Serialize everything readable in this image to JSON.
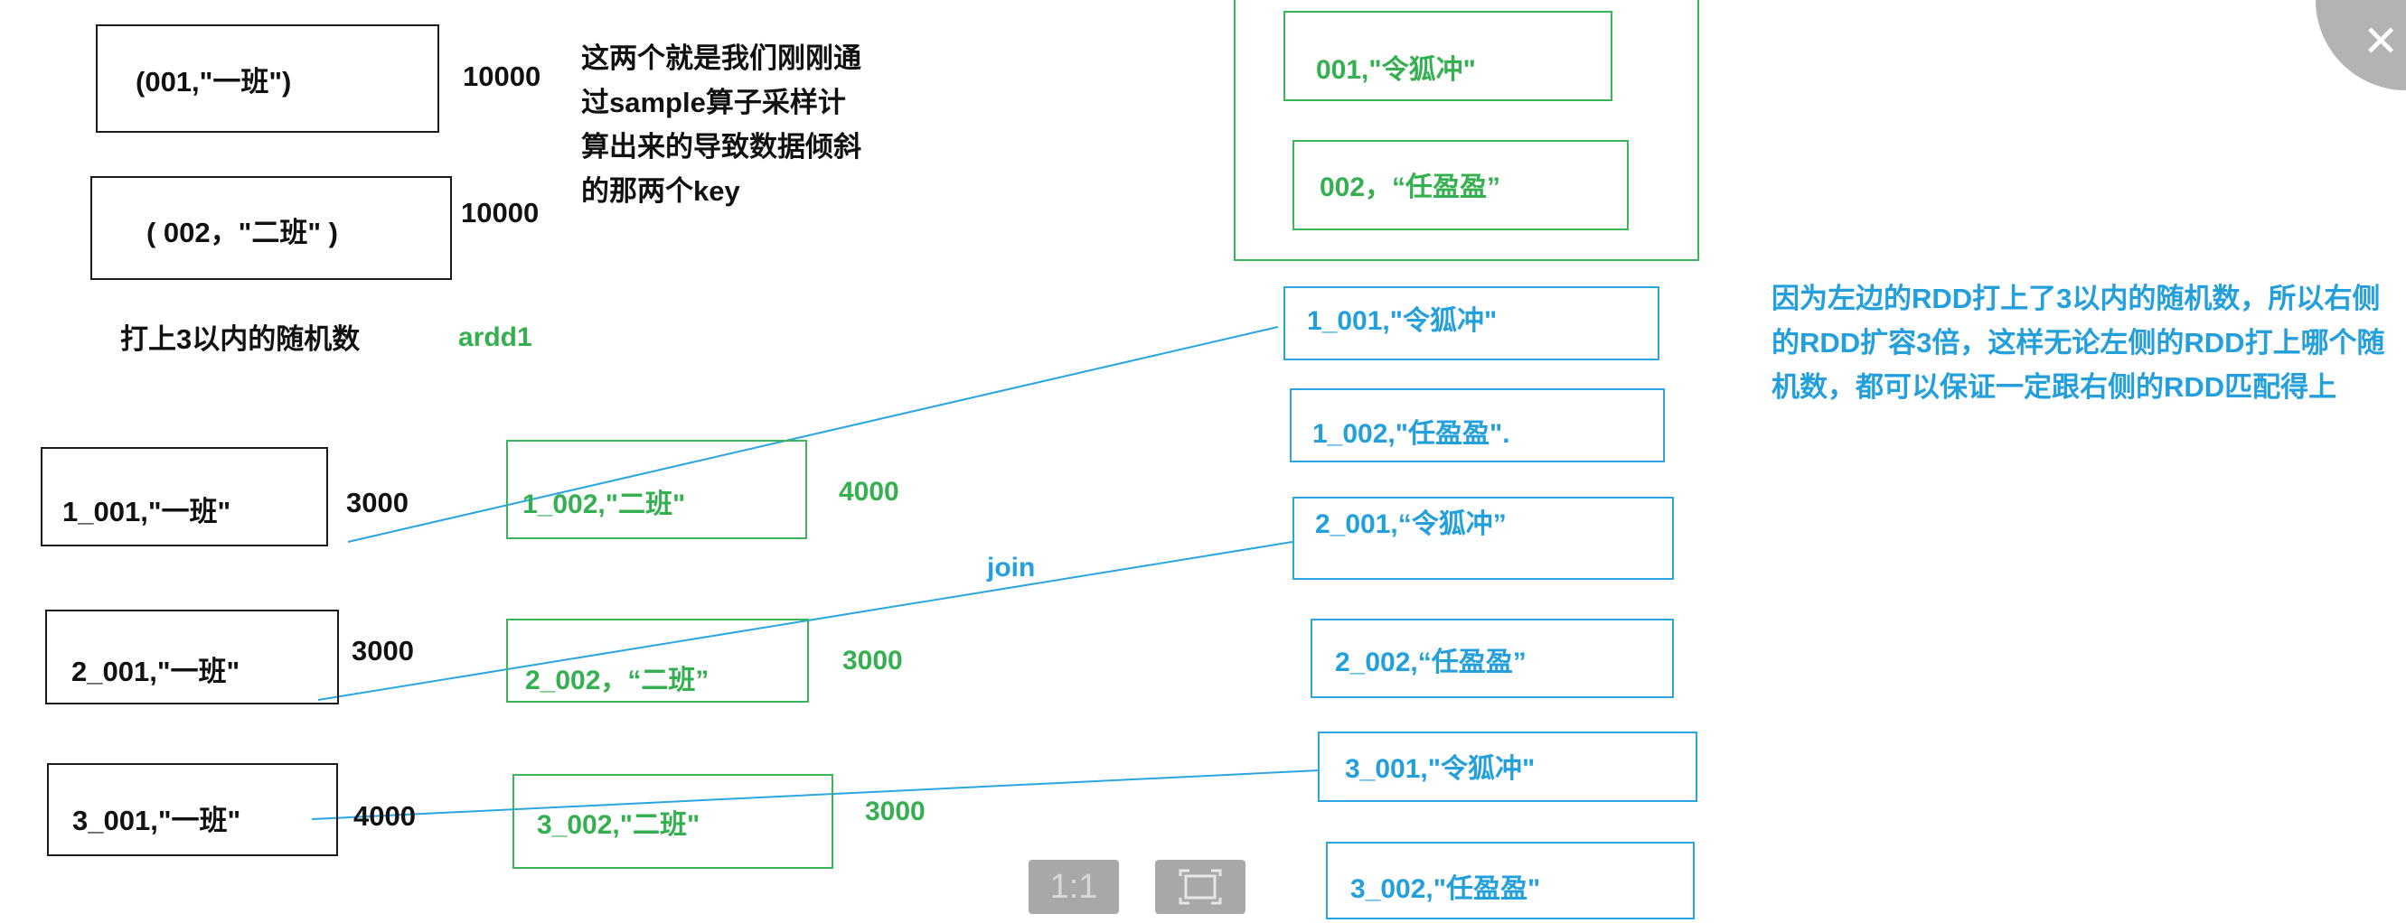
{
  "diagram": {
    "left_keys": {
      "key1": "(001,\"一班\")",
      "key1_count": "10000",
      "key2": "( 002，\"二班\" )",
      "key2_count": "10000",
      "explanation": [
        "这两个就是我们刚刚通",
        "过sample算子采样计",
        "算出来的导致数据倾斜",
        "的那两个key"
      ],
      "random_label": "打上3以内的随机数",
      "rdd_label": "ardd1"
    },
    "left_random": [
      {
        "label": "1_001,\"一班\"",
        "count": "3000"
      },
      {
        "label": "2_001,\"一班\"",
        "count": "3000"
      },
      {
        "label": "3_001,\"一班\"",
        "count": "4000"
      }
    ],
    "middle_random": [
      {
        "label": "1_002,\"二班\"",
        "count": "4000"
      },
      {
        "label": "2_002，“二班”",
        "count": "3000"
      },
      {
        "label": "3_002,\"二班\"",
        "count": "3000"
      }
    ],
    "join_label": "join",
    "right_keys": [
      "001,\"令狐冲\"",
      "002，“任盈盈”"
    ],
    "right_expanded": [
      "1_001,\"令狐冲\"",
      "1_002,\"任盈盈\".",
      "2_001,“令狐冲”",
      "2_002,“任盈盈”",
      "3_001,\"令狐冲\"",
      "3_002,\"任盈盈\""
    ],
    "right_note": [
      "因为左边的RDD打上了3以内的随机数，所以右侧",
      "的RDD扩容3倍，这样无论左侧的RDD打上哪个随",
      "机数，都可以保证一定跟右侧的RDD匹配得上"
    ]
  },
  "viewer": {
    "actual_size_label": "1:1",
    "fit_icon": "fit-screen-icon",
    "close_icon": "close-icon"
  },
  "colors": {
    "black": "#111111",
    "green": "#35b050",
    "blue": "#23a0dc",
    "control_gray": "#a8a8a8"
  }
}
